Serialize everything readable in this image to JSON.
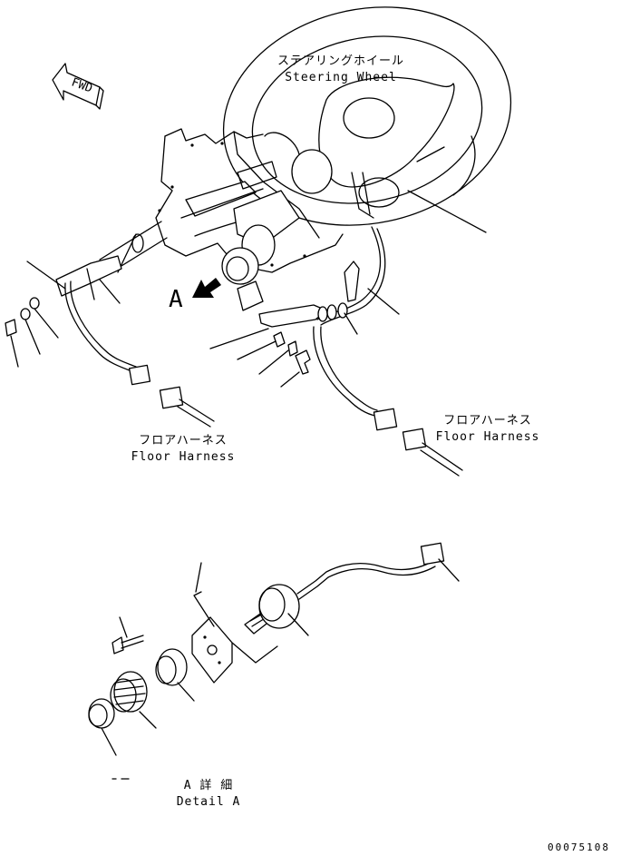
{
  "labels": {
    "steering_wheel_jp": "ステアリングホイール",
    "steering_wheel_en": "Steering Wheel",
    "floor_harness_left_jp": "フロアハーネス",
    "floor_harness_left_en": "Floor Harness",
    "floor_harness_right_jp": "フロアハーネス",
    "floor_harness_right_en": "Floor Harness",
    "view_marker": "A",
    "detail_jp": "A 詳 細",
    "detail_en": "Detail A",
    "fwd": "FWD",
    "drawing_number": "00075108"
  }
}
